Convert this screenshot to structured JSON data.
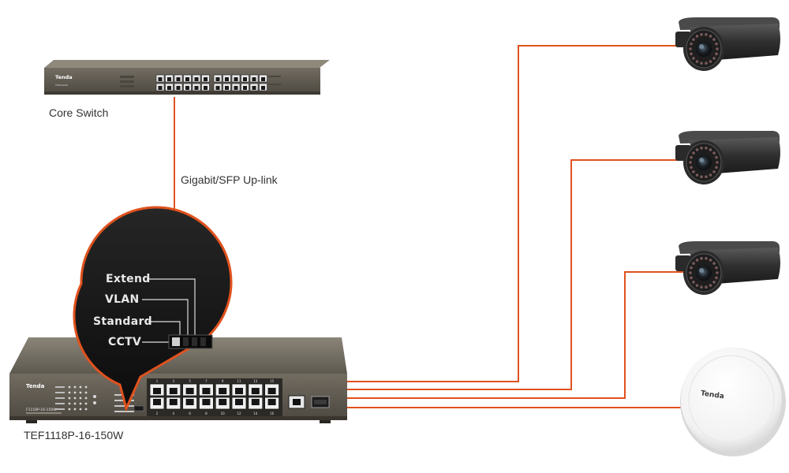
{
  "core_switch": {
    "label": "Core Switch",
    "brand": "Tenda",
    "model": "TEG1024G"
  },
  "uplink": {
    "label": "Gigabit/SFP Up-link"
  },
  "poe_switch": {
    "label": "TEF1118P-16-150W",
    "brand": "Tenda",
    "model_plate": "F1118P-16-150W",
    "port_numbers_top": [
      "1",
      "3",
      "5",
      "7",
      "9",
      "11",
      "13",
      "15"
    ],
    "port_numbers_bottom": [
      "2",
      "4",
      "6",
      "8",
      "10",
      "12",
      "14",
      "16"
    ]
  },
  "mode_switch": {
    "modes": [
      "Extend",
      "VLAN",
      "Standard",
      "CCTV"
    ]
  },
  "devices": {
    "cameras": [
      "bullet-camera",
      "bullet-camera",
      "bullet-camera"
    ],
    "access_point_brand": "Tenda"
  },
  "colors": {
    "cable": "#e0521e",
    "uplink_cable": "#e0521e",
    "switch_body": "#6b655a",
    "callout_border": "#e0521e",
    "callout_fill": "#161616",
    "camera_body": "#3a3a3a"
  }
}
